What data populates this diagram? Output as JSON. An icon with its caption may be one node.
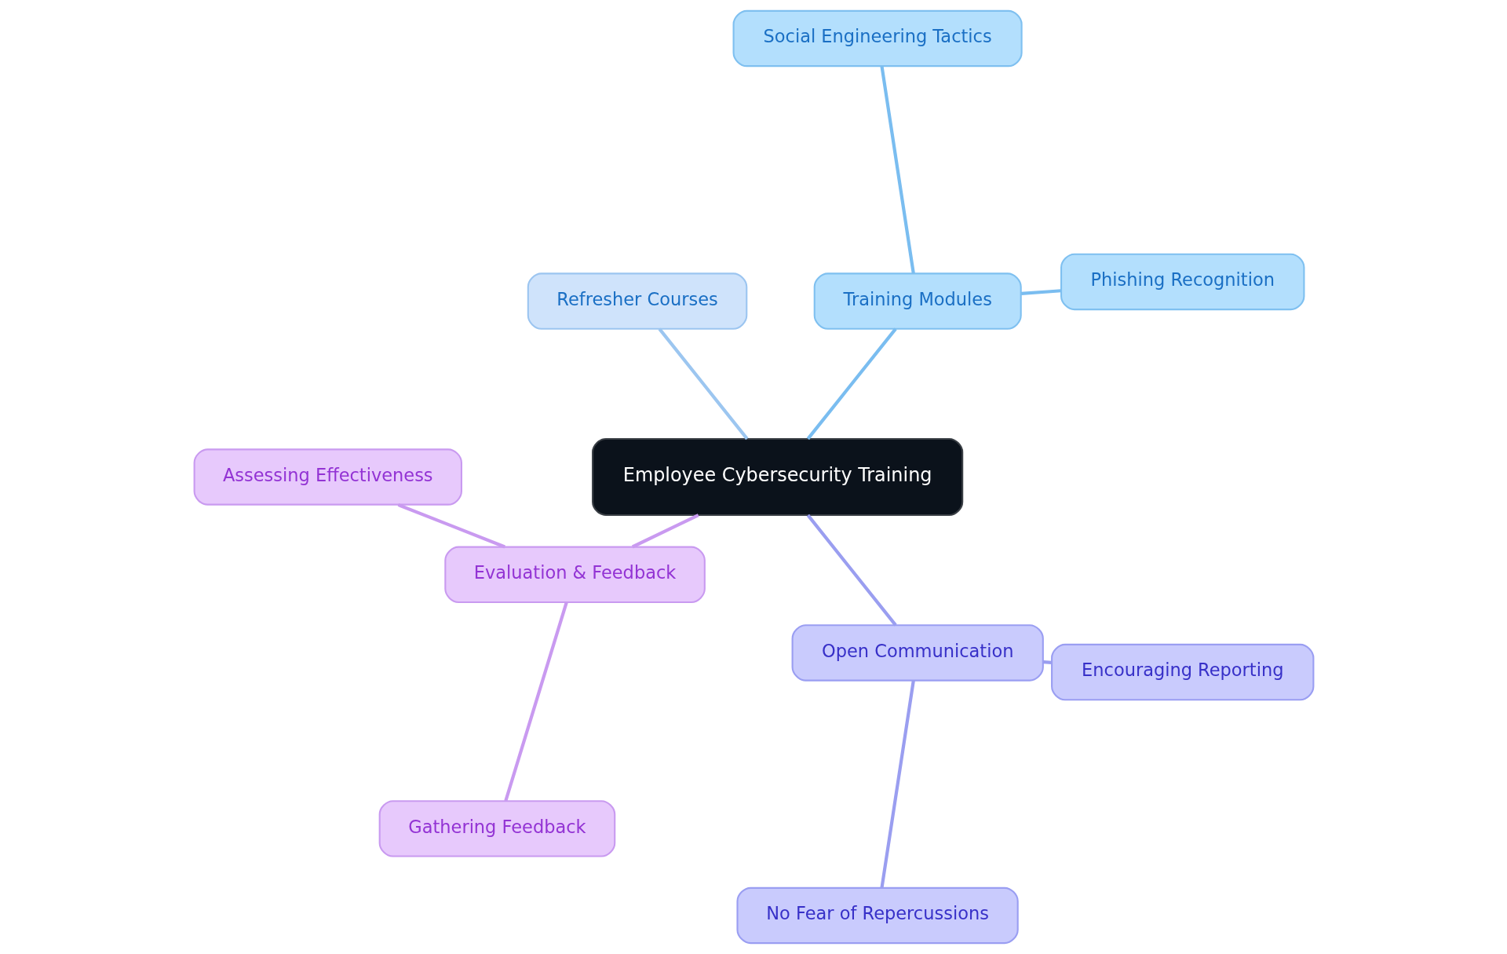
{
  "diagram": {
    "nodes": [
      {
        "text": [
          "Employee Cybersecurity Training"
        ]
      },
      {
        "text": [
          "Training Modules"
        ]
      },
      {
        "text": [
          "Phishing Recognition"
        ]
      },
      {
        "text": [
          "Social Engineering Tactics"
        ]
      },
      {
        "text": [
          "Refresher Courses"
        ]
      },
      {
        "text": [
          "Evaluation & Feedback"
        ]
      },
      {
        "text": [
          "Assessing Effectiveness"
        ]
      },
      {
        "text": [
          "Gathering Feedback"
        ]
      },
      {
        "text": [
          "Open Communication"
        ]
      },
      {
        "text": [
          "No Fear of Repercussions"
        ]
      },
      {
        "text": [
          "Encouraging Reporting"
        ]
      }
    ],
    "edges": [
      {
        "from": 0,
        "to": 1,
        "arrow": "none",
        "color": "#7abdf0"
      },
      {
        "from": 1,
        "to": 2,
        "arrow": "none",
        "color": "#7abdf0"
      },
      {
        "from": 1,
        "to": 3,
        "arrow": "none",
        "color": "#7abdf0"
      },
      {
        "from": 0,
        "to": 4,
        "arrow": "none",
        "color": "#9cc6f0"
      },
      {
        "from": 0,
        "to": 5,
        "arrow": "none",
        "color": "#c99af0"
      },
      {
        "from": 5,
        "to": 6,
        "arrow": "none",
        "color": "#c99af0"
      },
      {
        "from": 5,
        "to": 7,
        "arrow": "none",
        "color": "#c99af0"
      },
      {
        "from": 0,
        "to": 8,
        "arrow": "none",
        "color": "#9a9ef0"
      },
      {
        "from": 8,
        "to": 9,
        "arrow": "none",
        "color": "#9a9ef0"
      },
      {
        "from": 8,
        "to": 10,
        "arrow": "none",
        "color": "#9a9ef0"
      }
    ]
  }
}
